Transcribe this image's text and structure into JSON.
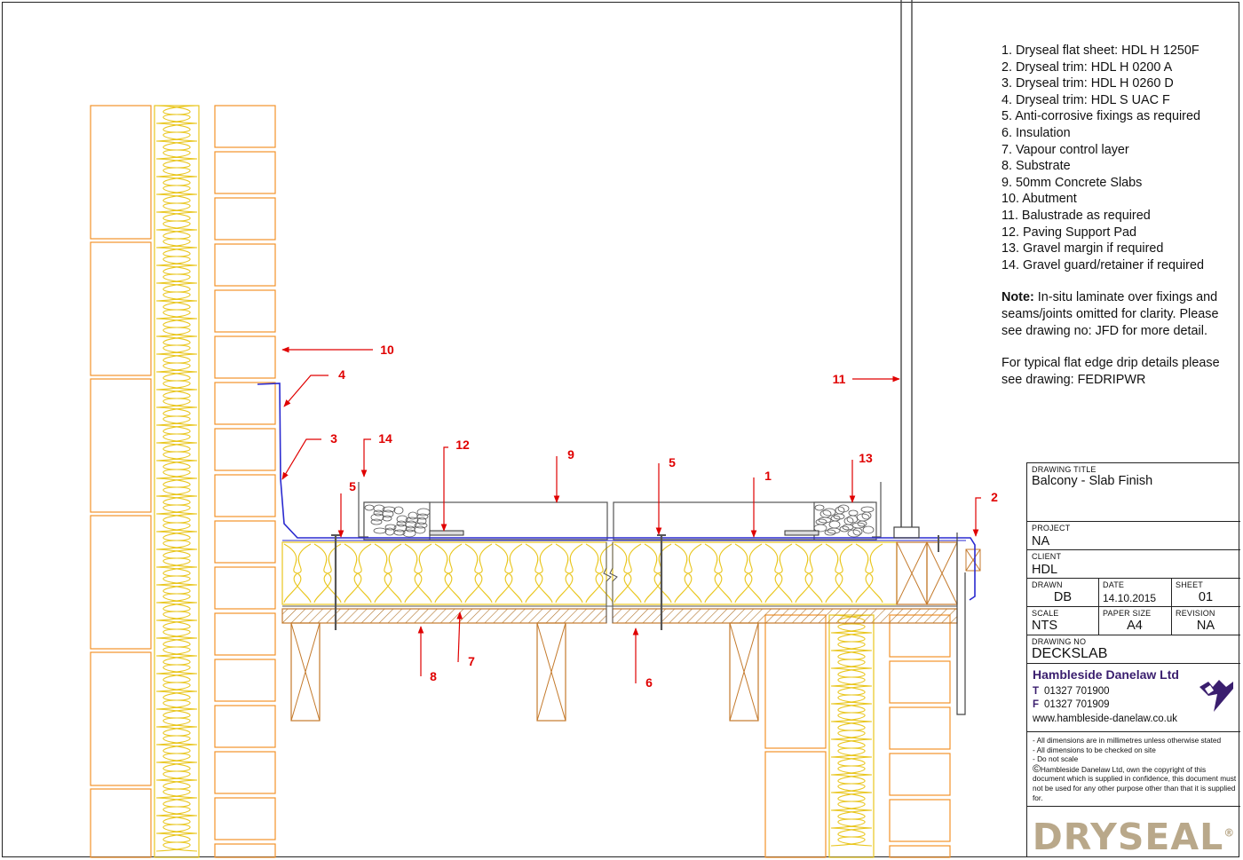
{
  "callouts": [
    "10",
    "4",
    "3",
    "14",
    "5",
    "12",
    "9",
    "5",
    "1",
    "13",
    "2",
    "11",
    "8",
    "7",
    "6"
  ],
  "legend": {
    "items": [
      "1. Dryseal flat sheet: HDL H 1250F",
      "2. Dryseal trim: HDL H 0200 A",
      "3. Dryseal trim: HDL H 0260 D",
      "4. Dryseal trim: HDL S UAC F",
      "5. Anti-corrosive fixings as required",
      "6. Insulation",
      "7. Vapour control layer",
      "8. Substrate",
      "9. 50mm Concrete Slabs",
      "10. Abutment",
      "11. Balustrade as required",
      "12. Paving Support Pad",
      "13. Gravel margin if required",
      "14. Gravel guard/retainer if required"
    ],
    "note_label": "Note:",
    "note_text": " In-situ laminate over fixings and seams/joints omitted for clarity. Please see drawing no: JFD for more detail.",
    "ref_text": "For typical flat edge drip details please see drawing: FEDRIPWR"
  },
  "title_block": {
    "drawing_title_label": "DRAWING TITLE",
    "drawing_title": "Balcony - Slab Finish",
    "project_label": "PROJECT",
    "project": "NA",
    "client_label": "CLIENT",
    "client": "HDL",
    "drawn_label": "DRAWN",
    "drawn": "DB",
    "date_label": "DATE",
    "date": "14.10.2015",
    "sheet_label": "SHEET",
    "sheet": "01",
    "scale_label": "SCALE",
    "scale": "NTS",
    "paper_label": "PAPER SIZE",
    "paper": "A4",
    "revision_label": "REVISION",
    "revision": "NA",
    "drawing_no_label": "DRAWING NO",
    "drawing_no": "DECKSLAB",
    "company": "Hambleside Danelaw Ltd",
    "phone_label": "T",
    "phone": "01327 701900",
    "fax_label": "F",
    "fax": "01327 701909",
    "website": "www.hambleside-danelaw.co.uk",
    "disclaimer": [
      "- All dimensions are in millimetres unless otherwise stated",
      "- All dimensions to be checked on site",
      "- Do not scale"
    ],
    "copyright_symbol": "©",
    "copyright": "Hambleside Danelaw Ltd, own the copyright of this document which is supplied in confidence, this document must not be used for any other purpose other than that it is supplied for.",
    "brand": "DRYSEAL",
    "brand_mark": "®"
  },
  "colors": {
    "masonry": "#f2922a",
    "insulation": "#e9c61e",
    "timber": "#c47a2c",
    "membrane": "#2a2ad0",
    "callout": "#e00000",
    "brand": "#b9a88a",
    "company": "#3a1e6e"
  }
}
